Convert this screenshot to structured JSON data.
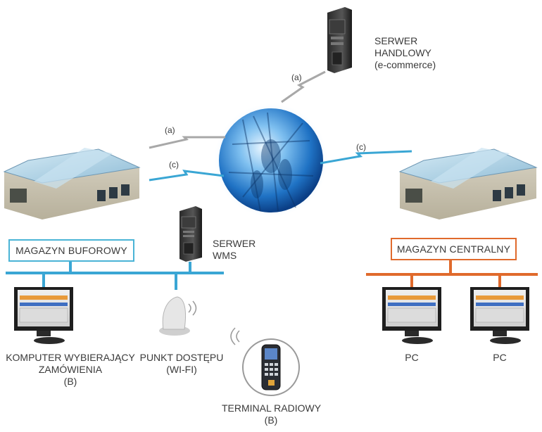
{
  "links": {
    "a_top": "(a)",
    "a_left": "(a)",
    "c_left": "(c)",
    "c_right": "(c)"
  },
  "nodes": {
    "server_commerce": {
      "line1": "SERWER",
      "line2": "HANDLOWY",
      "line3": "(e-commerce)"
    },
    "server_wms": {
      "line1": "SERWER",
      "line2": "WMS"
    },
    "warehouse_buffer": {
      "label": "MAGAZYN BUFOROWY"
    },
    "warehouse_central": {
      "label": "MAGAZYN CENTRALNY"
    },
    "order_pc": {
      "line1": "KOMPUTER WYBIERAJĄCY",
      "line2": "ZAMÓWIENIA",
      "line3": "(B)"
    },
    "access_point": {
      "line1": "PUNKT DOSTĘPU",
      "line2": "(WI-FI)"
    },
    "radio_terminal": {
      "line1": "TERMINAL RADIOWY",
      "line2": "(B)"
    },
    "pc_left": {
      "label": "PC"
    },
    "pc_right": {
      "label": "PC"
    }
  },
  "colors": {
    "buffer_network": "#3aa6d4",
    "central_network": "#e06a2c",
    "link_gray": "#a8a8a8",
    "link_blue": "#3aa6d4",
    "globe": "#1f72c4"
  },
  "icons": [
    "server-icon",
    "warehouse-icon",
    "globe-icon",
    "monitor-icon",
    "access-point-icon",
    "handheld-terminal-icon"
  ]
}
